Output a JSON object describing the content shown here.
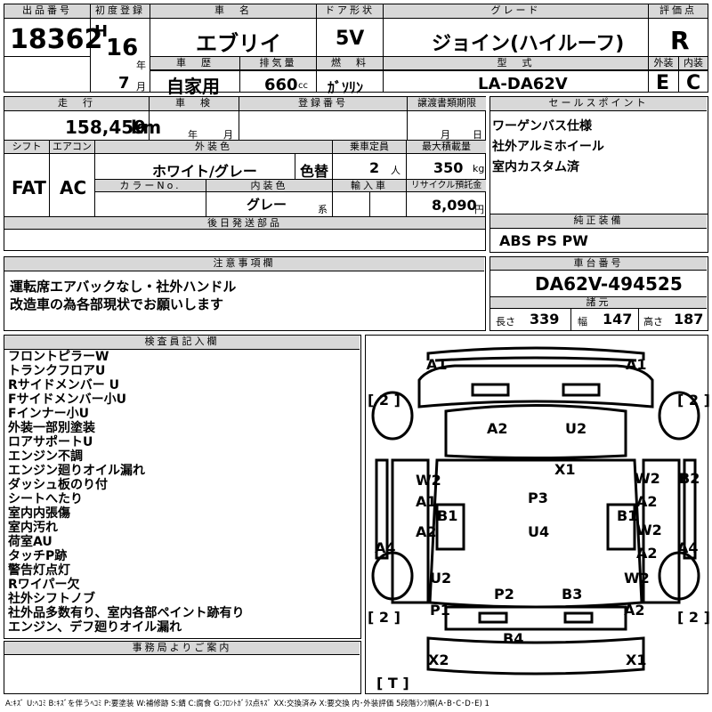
{
  "header": {
    "lot_no_label": "出品番号",
    "lot_no": "18362",
    "first_reg_label": "初度登録",
    "era": "H",
    "year": "16",
    "year_unit": "年",
    "month": "7",
    "month_unit": "月",
    "car_name_label": "車　名",
    "car_name": "エブリイ",
    "doors_label": "ドア形状",
    "doors": "5V",
    "grade_label": "グレード",
    "grade": "ジョイン(ハイルーフ)",
    "score_label": "評価点",
    "score": "R",
    "history_label": "車　歴",
    "history": "自家用",
    "displacement_label": "排気量",
    "displacement": "660",
    "displacement_unit": "cc",
    "fuel_label": "燃　料",
    "fuel": "ｶﾞｿﾘﾝ",
    "model_label": "型　式",
    "model": "LA-DA62V",
    "ext_label": "外装",
    "ext_grade": "E",
    "int_label": "内装",
    "int_grade": "C"
  },
  "specs": {
    "mileage_label": "走　行",
    "mileage": "158,459",
    "mileage_unit": "km",
    "inspection_label": "車　検",
    "insp_year_unit": "年",
    "insp_month_unit": "月",
    "reg_no_label": "登録番号",
    "transfer_label": "譲渡書類期限",
    "transfer_month": "月",
    "transfer_day": "日",
    "shift_label": "シフト",
    "shift": "FAT",
    "ac_label": "エアコン",
    "ac": "AC",
    "ext_color_label": "外装色",
    "ext_color": "ホワイト/グレー",
    "recolor": "色替",
    "capacity_label": "乗車定員",
    "capacity": "2",
    "capacity_unit": "人",
    "max_load_label": "最大積載量",
    "max_load": "350",
    "max_load_unit": "kg",
    "color_no_label": "カラーNo.",
    "int_color_label": "内装色",
    "int_color": "グレー",
    "int_color_suffix": "系",
    "import_label": "輸入車",
    "recycle_label": "リサイクル預託金",
    "recycle": "8,090",
    "recycle_unit": "円",
    "later_parts_label": "後日発送部品"
  },
  "sales_points": {
    "label": "セールスポイント",
    "items": [
      "ワーゲンバス仕様",
      "社外アルミホイール",
      "室内カスタム済"
    ]
  },
  "equipment": {
    "label": "純正装備",
    "value": "ABS PS PW"
  },
  "notes": {
    "label": "注意事項欄",
    "lines": [
      "運転席エアバックなし・社外ハンドル",
      "改造車の為各部現状でお願いします"
    ]
  },
  "chassis": {
    "label": "車台番号",
    "value": "DA62V-494525"
  },
  "dims": {
    "label": "諸元",
    "length_label": "長さ",
    "length": "339",
    "width_label": "幅",
    "width": "147",
    "height_label": "高さ",
    "height": "187"
  },
  "inspector": {
    "label": "検査員記入欄",
    "lines": [
      "フロントピラーW",
      "トランクフロアU",
      "Rサイドメンバー U",
      "Fサイドメンバー小U",
      "Fインナー小U",
      "外装一部別塗装",
      "ロアサポートU",
      "エンジン不調",
      "エンジン廻りオイル漏れ",
      "ダッシュ板のり付",
      "シートへたり",
      "室内内張傷",
      "室内汚れ",
      "荷室AU",
      "タッチP跡",
      "警告灯点灯",
      "Rワイパー欠",
      "社外シフトノブ",
      "社外品多数有り、室内各部ペイント跡有り",
      "エンジン、デフ廻りオイル漏れ"
    ]
  },
  "office": {
    "label": "事務局よりご案内"
  },
  "diagram": {
    "marks": {
      "a1l": "A1",
      "a1r": "A1",
      "bl2a": "[ 2 ]",
      "br2a": "[ 2 ]",
      "a2": "A2",
      "u2": "U2",
      "x1": "X1",
      "w2l": "W2",
      "a1m": "A1",
      "b1l": "B1",
      "a2l": "A2",
      "a4l": "A4",
      "w2r": "W2",
      "a2r": "A2",
      "b2r": "B2",
      "b1r": "B1",
      "w2r2": "W2",
      "a2r2": "A2",
      "a4r": "A4",
      "p3": "P3",
      "u4": "U4",
      "u2l": "U2",
      "p1": "P1",
      "p2": "P2",
      "b3": "B3",
      "w2r3": "W2",
      "a2r3": "A2",
      "bl2b": "[ 2 ]",
      "br2b": "[ 2 ]",
      "b4": "B4",
      "x2": "X2",
      "x1b": "X1",
      "t": "[ T ]"
    }
  },
  "legend": "A:ｷｽﾞ U:ﾍｺﾐ B:ｷｽﾞを伴うﾍｺﾐ P:要塗装 W:補修跡 S:錆 C:腐食 G:ﾌﾛﾝﾄｶﾞﾗｽ点ｷｽﾞ XX:交換済み X:要交換 内･外装評価 5段階ﾗﾝｸ順(A･B･C･D･E) 1"
}
